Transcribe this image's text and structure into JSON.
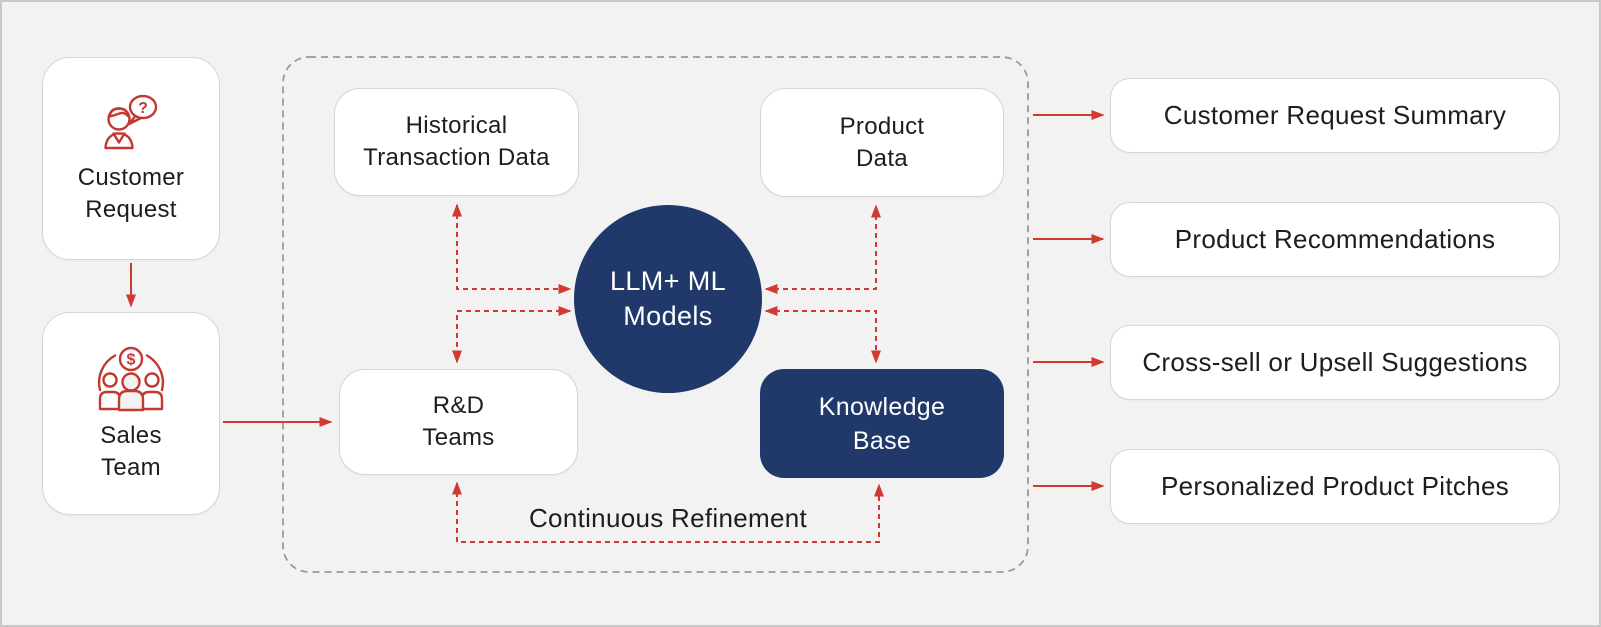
{
  "colors": {
    "background": "#f2f2f3",
    "frame_border": "#c8c9cb",
    "navy": "#21386b",
    "red": "#d13a31",
    "icon_red": "#c33830",
    "box_border": "#d6d6d6",
    "dashed_border": "#9a9a9a",
    "text_dark": "#1d1d1d",
    "text_light": "#ffffff"
  },
  "nodes": {
    "customer_request": {
      "lines": [
        "Customer",
        "Request"
      ]
    },
    "sales_team": {
      "lines": [
        "Sales",
        "Team"
      ]
    },
    "historical_transaction_data": {
      "lines": [
        "Historical",
        "Transaction Data"
      ]
    },
    "product_data": {
      "lines": [
        "Product",
        "Data"
      ]
    },
    "llm_ml_models": {
      "lines": [
        "LLM+ ML",
        "Models"
      ]
    },
    "rd_teams": {
      "lines": [
        "R&D",
        "Teams"
      ]
    },
    "knowledge_base": {
      "lines": [
        "Knowledge",
        "Base"
      ]
    }
  },
  "glyphs": {
    "question_mark": "?",
    "dollar_sign": "$"
  },
  "loop_label": "Continuous Refinement",
  "outputs": [
    "Customer Request Summary",
    "Product Recommendations",
    "Cross-sell or Upsell Suggestions",
    "Personalized Product Pitches"
  ]
}
